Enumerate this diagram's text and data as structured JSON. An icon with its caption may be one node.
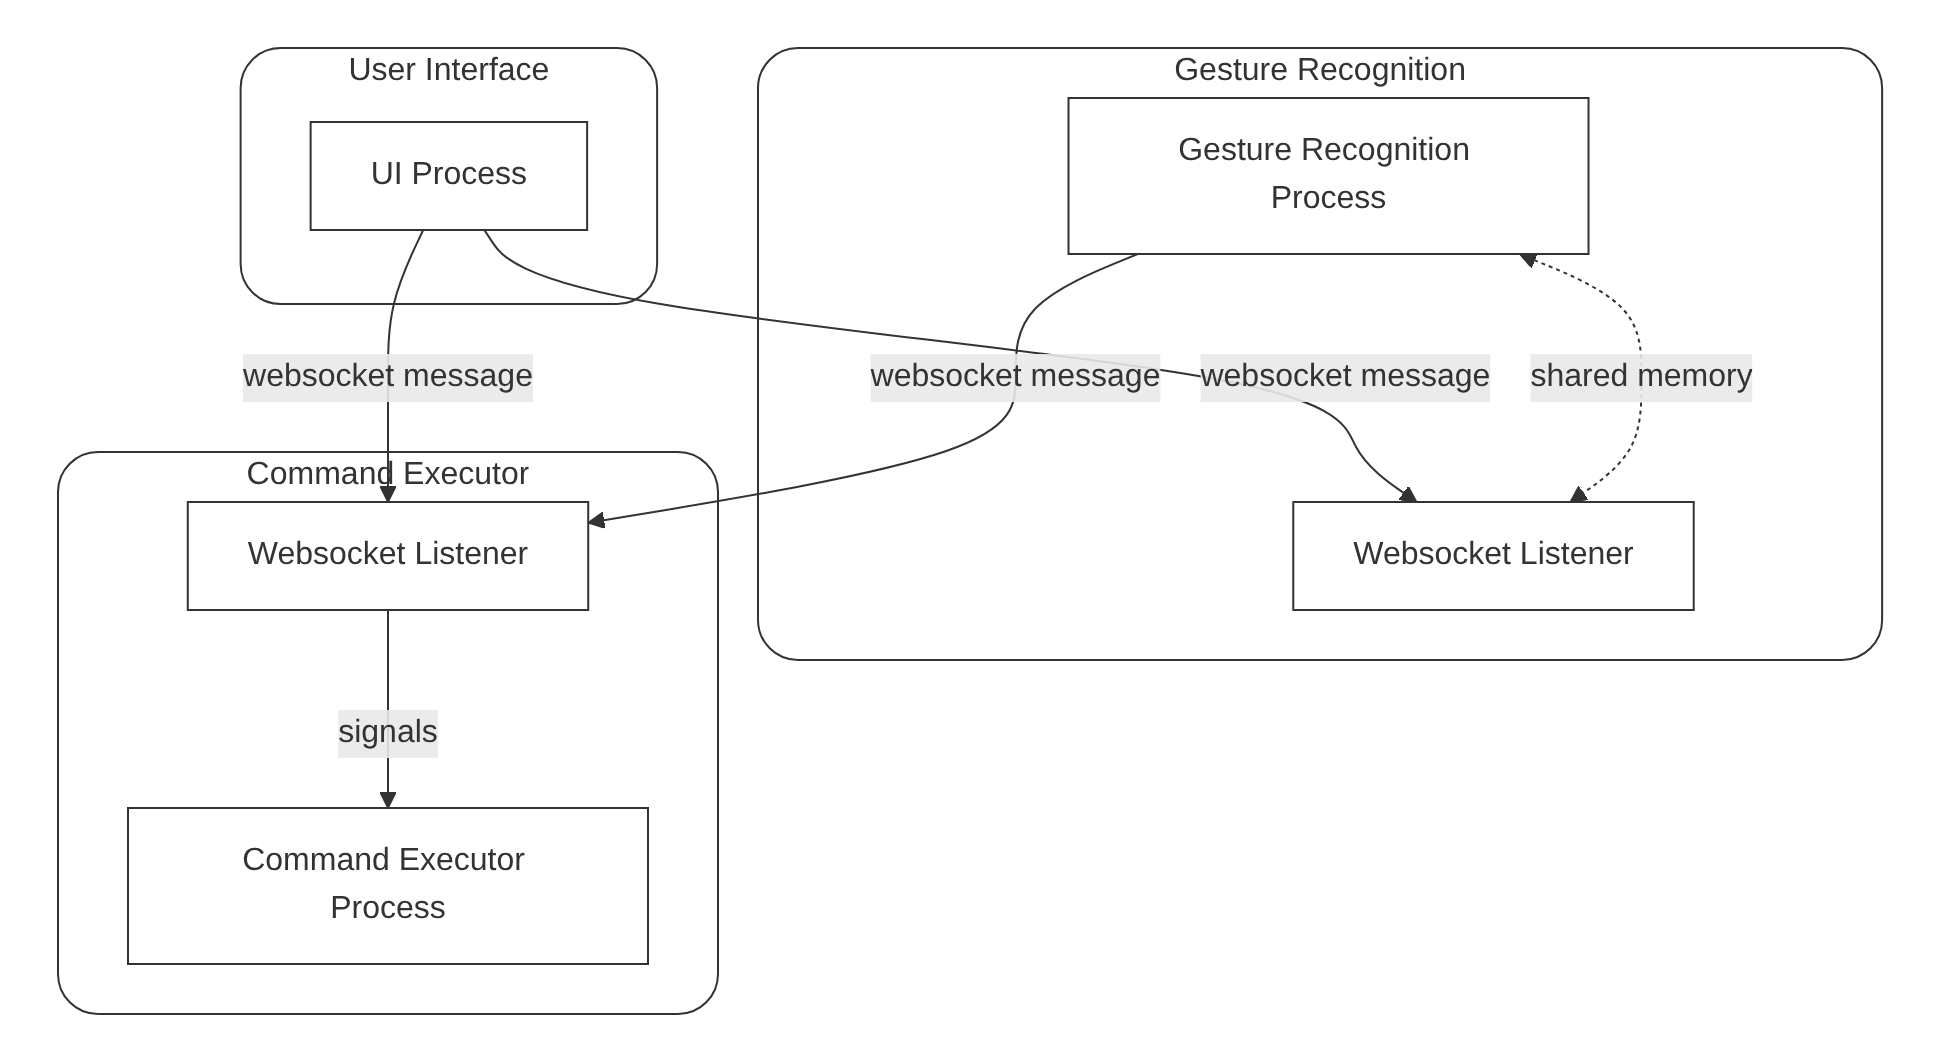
{
  "diagram": {
    "nodes": [
      {
        "text": [
          "User Interface"
        ]
      },
      {
        "text": [
          "UI Process"
        ],
        "in": 0
      },
      {
        "text": [
          "Gesture Recognition"
        ]
      },
      {
        "text": [
          "Gesture Recognition Process"
        ],
        "in": 2
      },
      {
        "text": [
          "Websocket Listener"
        ],
        "in": 2
      },
      {
        "text": [
          "Command Executor"
        ]
      },
      {
        "text": [
          "Websocket Listener"
        ],
        "in": 5
      },
      {
        "text": [
          "Command Executor Process"
        ],
        "in": 5
      }
    ],
    "edges": [
      {
        "from": 1,
        "to": 4,
        "arrow": "to",
        "label": "websocket message"
      },
      {
        "from": 1,
        "to": 6,
        "arrow": "to",
        "label": "websocket message"
      },
      {
        "from": 3,
        "to": 4,
        "arrow": "both",
        "label": "shared memory",
        "style": "dashed"
      },
      {
        "from": 6,
        "to": 7,
        "arrow": "to",
        "label": "signals"
      },
      {
        "from": 3,
        "to": 6,
        "arrow": "to",
        "label": "websocket message"
      }
    ]
  }
}
